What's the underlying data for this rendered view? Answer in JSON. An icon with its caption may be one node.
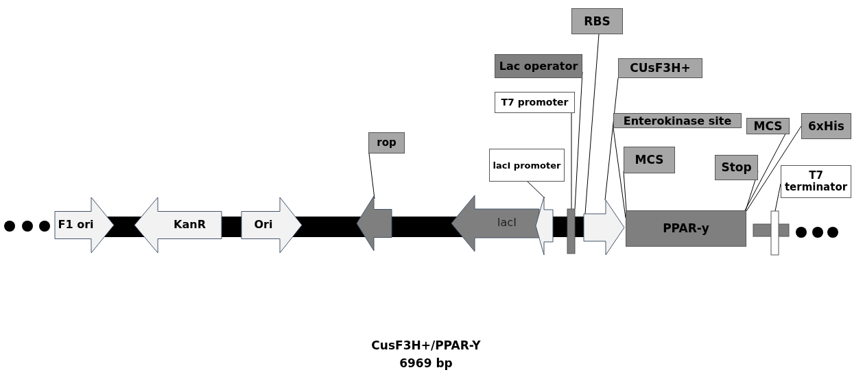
{
  "diagram": {
    "title": "CusF3H+/PPAR-Y",
    "caption": "6969 bp",
    "nodes": [
      {
        "text": [
          "F1 ori"
        ]
      },
      {
        "text": [
          "KanR"
        ]
      },
      {
        "text": [
          "Ori"
        ]
      },
      {
        "text": [
          "rop"
        ]
      },
      {
        "text": [],
        "shape": "arrow"
      },
      {
        "text": [
          "lacI"
        ]
      },
      {
        "text": [
          "lacI  promoter"
        ]
      },
      {
        "text": [],
        "shape": "arrow"
      },
      {
        "text": [
          "T7 promoter"
        ]
      },
      {
        "text": [
          "Lac operator"
        ]
      },
      {
        "text": [],
        "shape": "bar"
      },
      {
        "text": [
          "RBS"
        ]
      },
      {
        "text": [
          "CUsF3H+"
        ]
      },
      {
        "text": [],
        "shape": "arrow"
      },
      {
        "text": [
          "Enterokinase site"
        ]
      },
      {
        "text": [
          "MCS"
        ]
      },
      {
        "text": [
          "PPAR-y"
        ]
      },
      {
        "text": [
          "Stop"
        ]
      },
      {
        "text": [
          "MCS"
        ]
      },
      {
        "text": [
          "6xHis"
        ]
      },
      {
        "text": [
          "T7 terminator"
        ]
      },
      {
        "text": [],
        "shape": "bar"
      },
      {
        "text": [],
        "shape": "bar"
      }
    ],
    "edges": [
      {
        "from": 3,
        "to": 4,
        "arrow": "none"
      },
      {
        "from": 6,
        "to": 7,
        "arrow": "none"
      },
      {
        "from": 8,
        "to": 10,
        "arrow": "none"
      },
      {
        "from": 9,
        "to": 10,
        "arrow": "none"
      },
      {
        "from": 11,
        "to": 13,
        "arrow": "none"
      },
      {
        "from": 12,
        "to": 13,
        "arrow": "none"
      },
      {
        "from": 14,
        "to": 16,
        "arrow": "none"
      },
      {
        "from": 15,
        "to": 16,
        "arrow": "none"
      },
      {
        "from": 17,
        "to": 16,
        "arrow": "none"
      },
      {
        "from": 18,
        "to": 16,
        "arrow": "none"
      },
      {
        "from": 19,
        "to": 16,
        "arrow": "none"
      },
      {
        "from": 20,
        "to": 22,
        "arrow": "none"
      }
    ]
  }
}
